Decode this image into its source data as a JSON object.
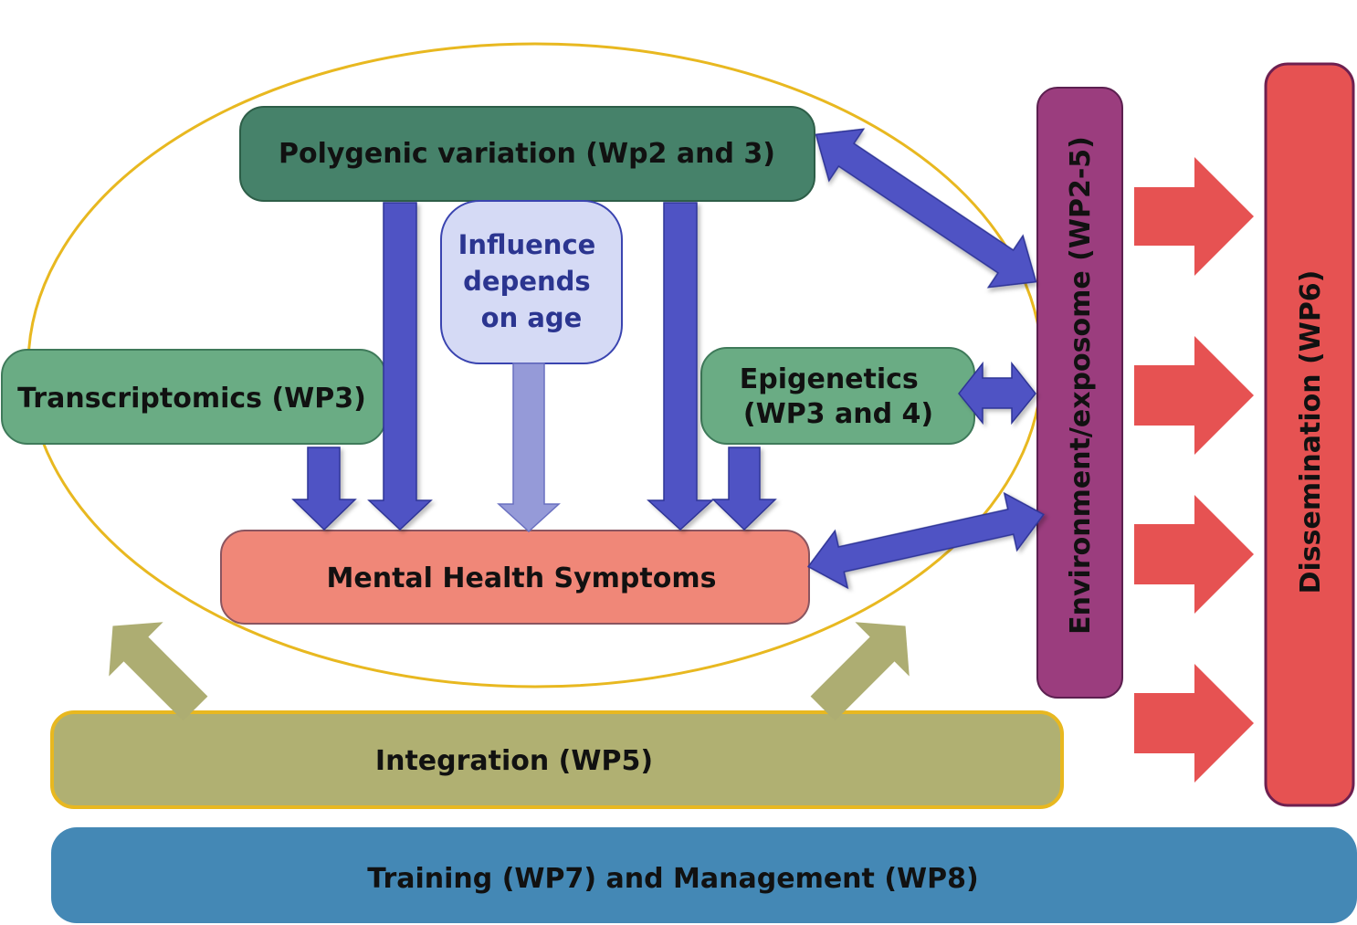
{
  "nodes": {
    "polygenic": {
      "label": "Polygenic variation (Wp2 and 3)",
      "color": "#46826a"
    },
    "influence_age": {
      "lines": [
        "Influence",
        "depends",
        "on age"
      ],
      "color": "#d5daf5",
      "text_color": "#2b3590"
    },
    "transcriptomics": {
      "label": "Transcriptomics (WP3)",
      "color": "#6aac84"
    },
    "epigenetics": {
      "lines": [
        "Epigenetics",
        "(WP3 and 4)"
      ],
      "color": "#6aac84"
    },
    "mental_health": {
      "label": "Mental Health Symptoms",
      "color": "#f08778"
    },
    "environment": {
      "label": "Environment/exposome (WP2-5)",
      "color": "#9b3d7e"
    },
    "dissemination": {
      "label": "Dissemination (WP6)",
      "color": "#e65252"
    },
    "integration": {
      "label": "Integration (WP5)",
      "color": "#b0b072"
    },
    "training": {
      "label": "Training (WP7) and Management (WP8)",
      "color": "#4488b5"
    }
  },
  "colors": {
    "blue_arrow": "#4f52c4",
    "light_arrow": "#959ad8",
    "olive_arrow": "#adad72",
    "red_arrow": "#e65252",
    "ellipse": "#e8b820"
  }
}
